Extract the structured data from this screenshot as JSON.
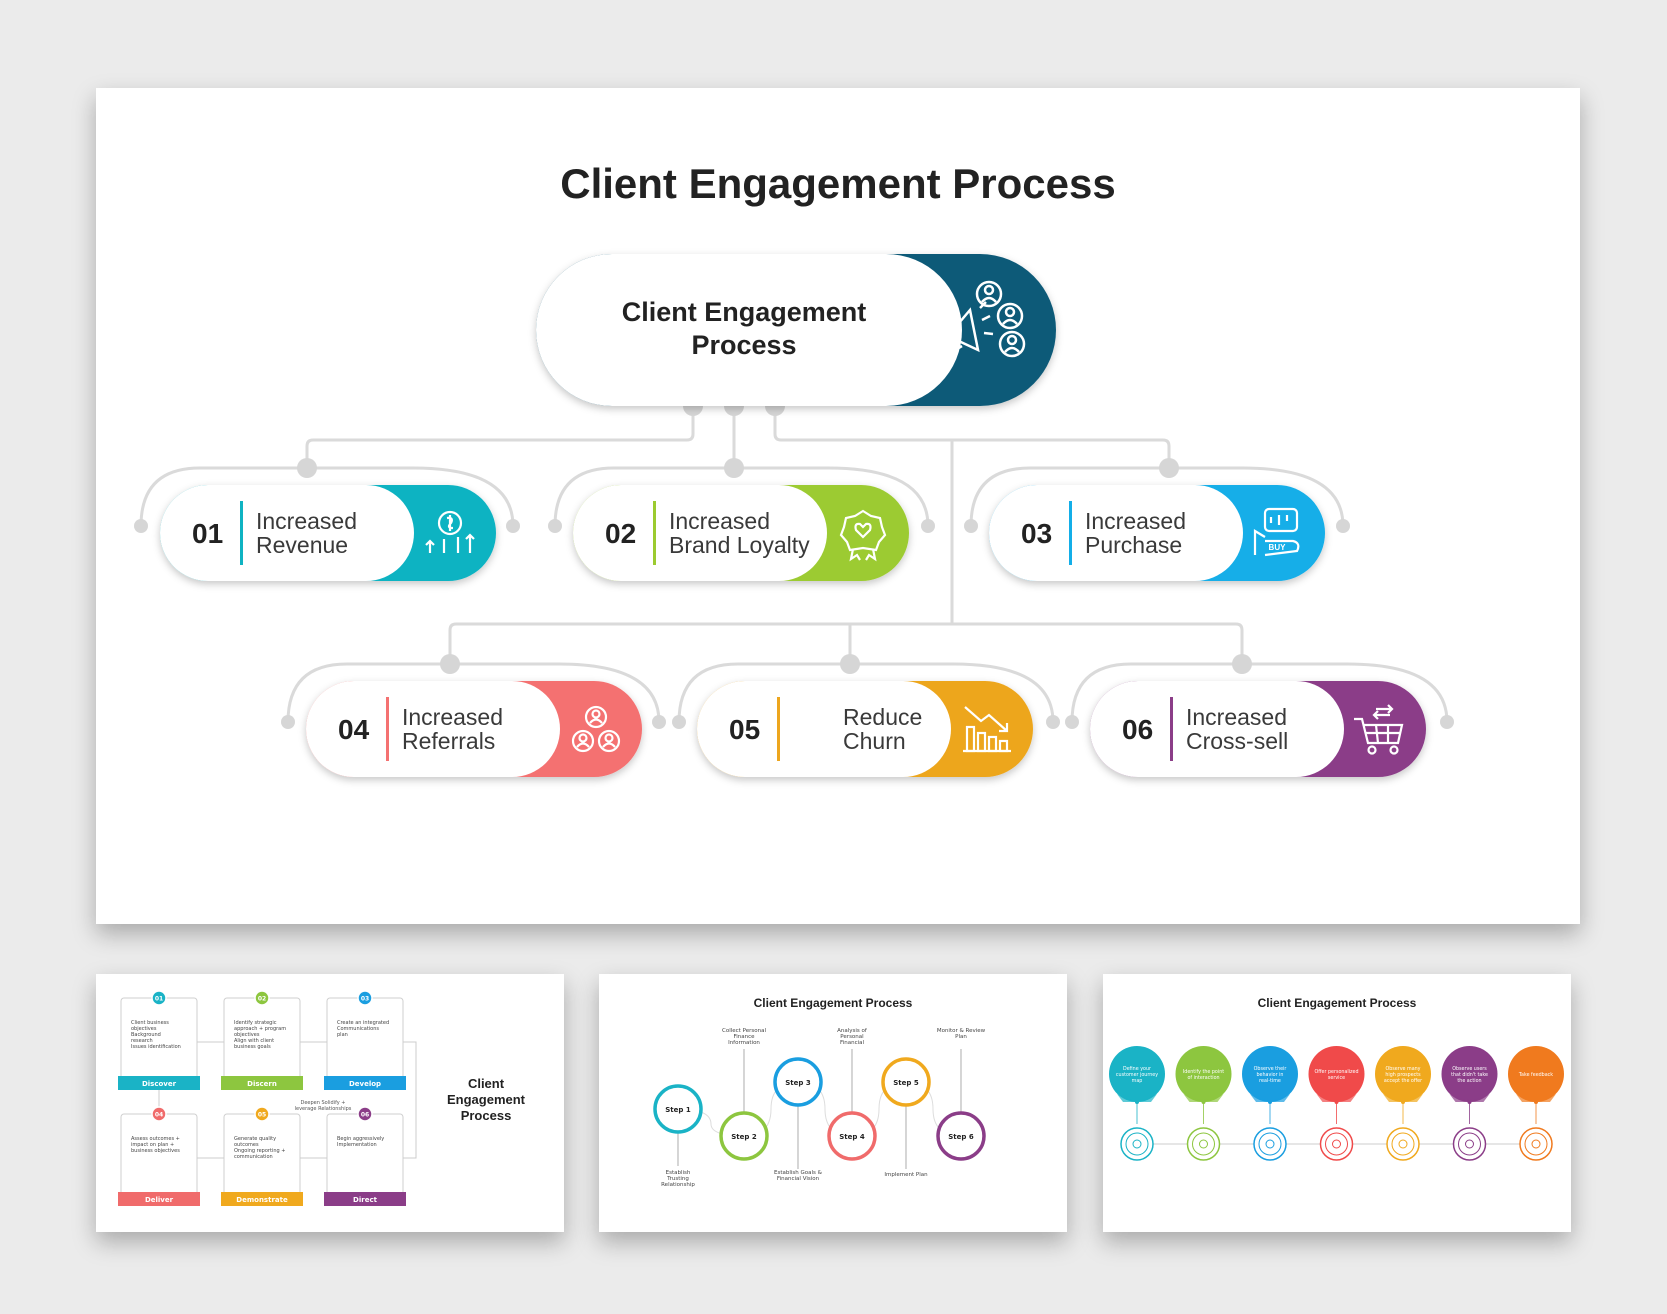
{
  "main": {
    "title": "Client Engagement Process",
    "hub": {
      "line1": "Client Engagement",
      "line2": "Process",
      "color": "#0d5a78"
    },
    "cards": [
      {
        "num": "01",
        "line1": "Increased",
        "line2": "Revenue",
        "color": "#0fb3c2",
        "icon": "revenue-growth-icon"
      },
      {
        "num": "02",
        "line1": "Increased",
        "line2": "Brand Loyalty",
        "color": "#9ccb30",
        "icon": "loyalty-badge-icon"
      },
      {
        "num": "03",
        "line1": "Increased",
        "line2": "Purchase",
        "color": "#13aee8",
        "icon": "buy-hand-icon"
      },
      {
        "num": "04",
        "line1": "Increased",
        "line2": "Referrals",
        "color": "#f47171",
        "icon": "referral-network-icon"
      },
      {
        "num": "05",
        "line1": "Reduce",
        "line2": "Churn",
        "color": "#eda61e",
        "icon": "declining-chart-icon"
      },
      {
        "num": "06",
        "line1": "Increased",
        "line2": "Cross-sell",
        "color": "#8b3d88",
        "icon": "shopping-cart-icon"
      }
    ]
  },
  "thumb1": {
    "title_lines": [
      "Client",
      "Engagement",
      "Process"
    ],
    "note_lines": [
      "Deepen Solidify +",
      "leverage Relationships"
    ],
    "items": [
      {
        "num": "01",
        "label": "Discover",
        "color": "#1ab3c6",
        "bullets": [
          "Client business",
          "objectives",
          "Background",
          "research",
          "Issues identification"
        ]
      },
      {
        "num": "02",
        "label": "Discern",
        "color": "#8dc63f",
        "bullets": [
          "Identify strategic",
          "approach + program",
          "objectives",
          "Align with client",
          "business goals"
        ]
      },
      {
        "num": "03",
        "label": "Develop",
        "color": "#1a9ee0",
        "bullets": [
          "Create an integrated",
          "Communications",
          "plan"
        ]
      },
      {
        "num": "04",
        "label": "Deliver",
        "color": "#f06b6b",
        "bullets": [
          "Assess outcomes +",
          "impact on plan +",
          "business objectives"
        ]
      },
      {
        "num": "05",
        "label": "Demonstrate",
        "color": "#f0a91e",
        "bullets": [
          "Generate quality",
          "outcomes",
          "Ongoing reporting +",
          "communication"
        ]
      },
      {
        "num": "06",
        "label": "Direct",
        "color": "#8b3d88",
        "bullets": [
          "Begin aggressively",
          "Implementation"
        ]
      }
    ]
  },
  "thumb2": {
    "title": "Client Engagement Process",
    "steps": [
      {
        "label": "Step 1",
        "color": "#1ab3c6",
        "caption": [
          "Establish",
          "Trusting",
          "Relationship"
        ]
      },
      {
        "label": "Step 2",
        "color": "#8dc63f",
        "caption": [
          "Collect Personal",
          "Finance",
          "Information"
        ]
      },
      {
        "label": "Step 3",
        "color": "#1a9ee0",
        "caption": [
          "Establish Goals &",
          "Financial Vision"
        ]
      },
      {
        "label": "Step 4",
        "color": "#f06b6b",
        "caption": [
          "Analysis of",
          "Personal",
          "Financial"
        ]
      },
      {
        "label": "Step 5",
        "color": "#f0a91e",
        "caption": [
          "Implement Plan"
        ]
      },
      {
        "label": "Step 6",
        "color": "#8b3d88",
        "caption": [
          "Monitor & Review",
          "Plan"
        ]
      }
    ]
  },
  "thumb3": {
    "title": "Client Engagement Process",
    "items": [
      {
        "color": "#1ab3c6",
        "text": [
          "Define your",
          "customer journey",
          "map"
        ]
      },
      {
        "color": "#8dc63f",
        "text": [
          "Identify the point",
          "of interaction"
        ]
      },
      {
        "color": "#1a9ee0",
        "text": [
          "Observe their",
          "behavior in",
          "real-time"
        ]
      },
      {
        "color": "#f04a4a",
        "text": [
          "Offer personalized",
          "service"
        ]
      },
      {
        "color": "#f0a91e",
        "text": [
          "Observe many",
          "high prospects",
          "accept the offer"
        ]
      },
      {
        "color": "#8b3d88",
        "text": [
          "Observe users",
          "that didn't take",
          "the action"
        ]
      },
      {
        "color": "#f07a1e",
        "text": [
          "Take feedback"
        ]
      }
    ]
  }
}
